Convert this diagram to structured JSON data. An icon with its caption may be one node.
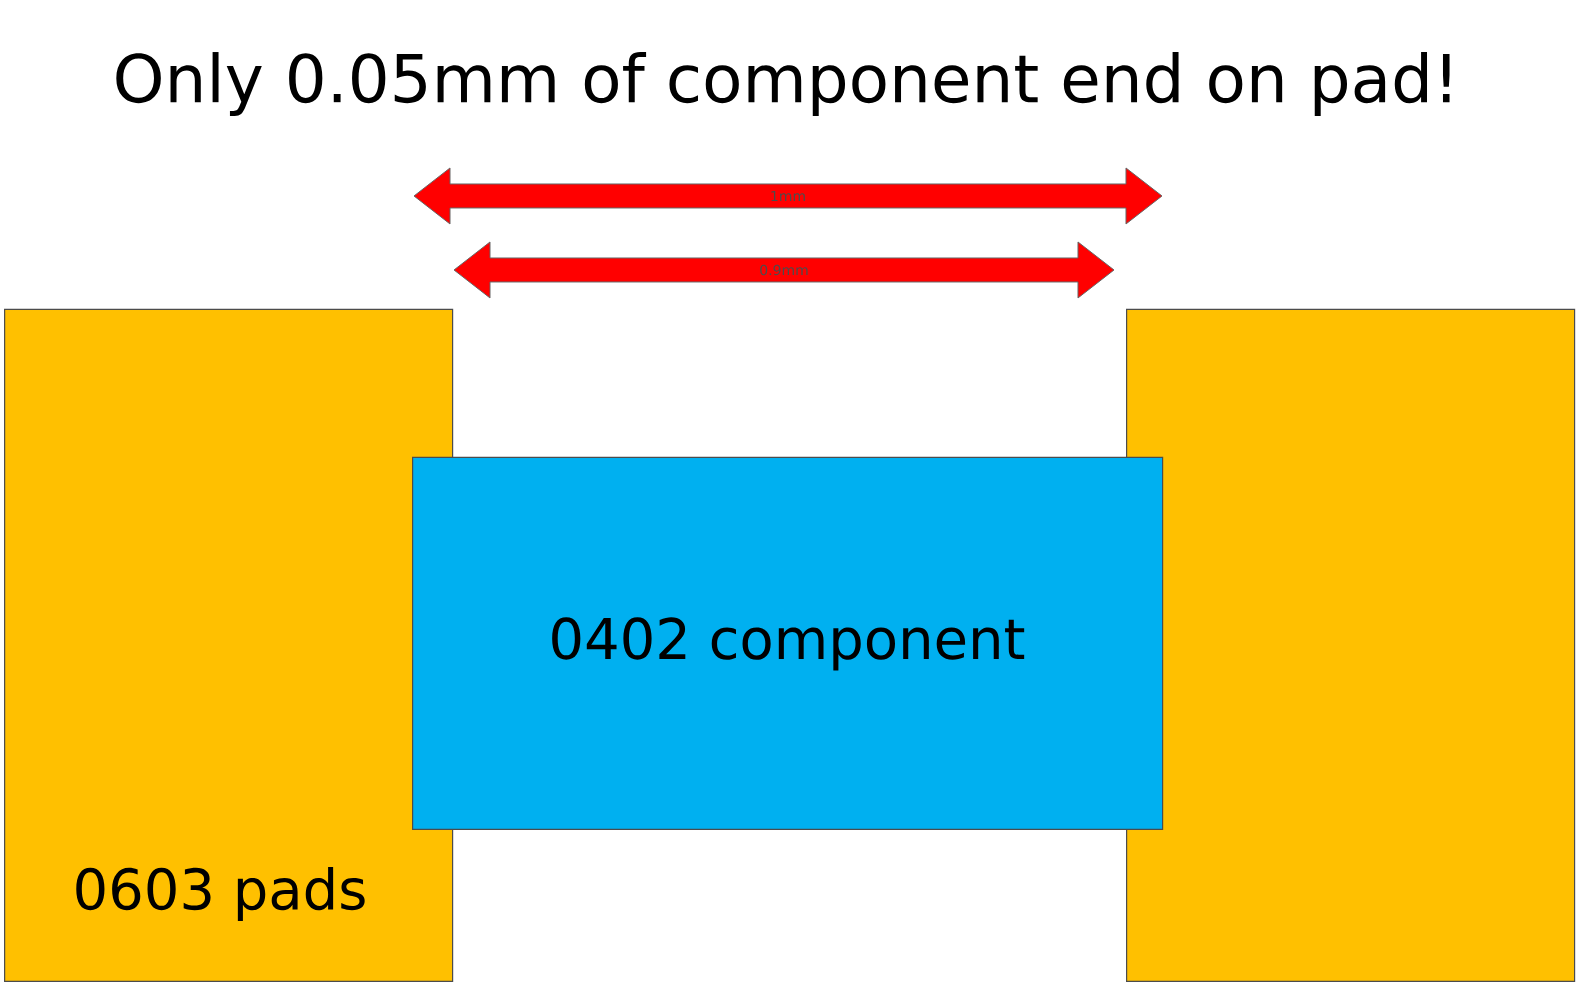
{
  "diagram": {
    "title": "Only 0.05mm of component end on pad!",
    "nodes": [
      {
        "text": [
          "0603 pads"
        ]
      },
      {
        "text": [],
        "shape": "box"
      },
      {
        "text": [
          "0402 component"
        ]
      }
    ],
    "labels": [
      "1mm",
      "0.9mm"
    ]
  }
}
